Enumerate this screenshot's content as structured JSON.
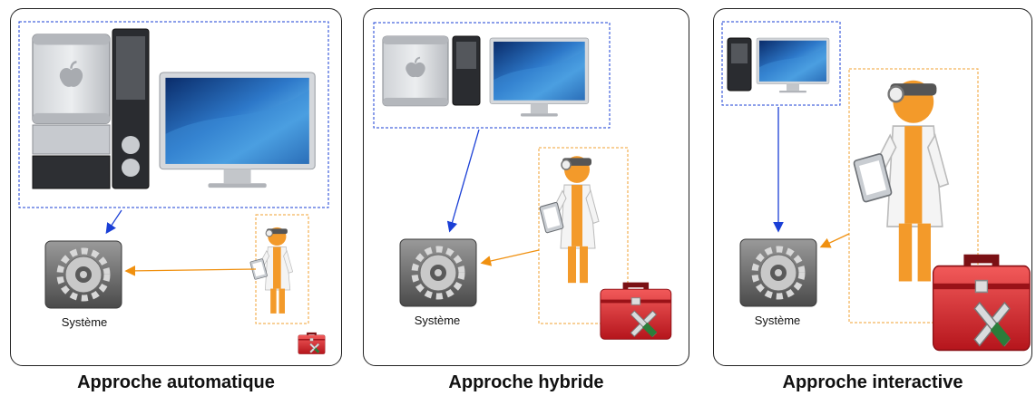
{
  "panels": [
    {
      "caption": "Approche automatique",
      "system_label": "Système"
    },
    {
      "caption": "Approche hybride",
      "system_label": "Système"
    },
    {
      "caption": "Approche interactive",
      "system_label": "Système"
    }
  ],
  "icons": {
    "computer": "mac-pro-tower-icon",
    "display": "flat-panel-monitor-icon",
    "system": "system-preferences-gear-icon",
    "expert": "doctor-figure-icon",
    "toolbox": "red-toolbox-icon"
  },
  "colors": {
    "machine_box": "#1a3fd6",
    "human_box": "#f0a030",
    "machine_arrow": "#1a3fd6",
    "human_arrow": "#f0900f",
    "figure": "#f39a2a",
    "toolbox": "#d8232a"
  }
}
